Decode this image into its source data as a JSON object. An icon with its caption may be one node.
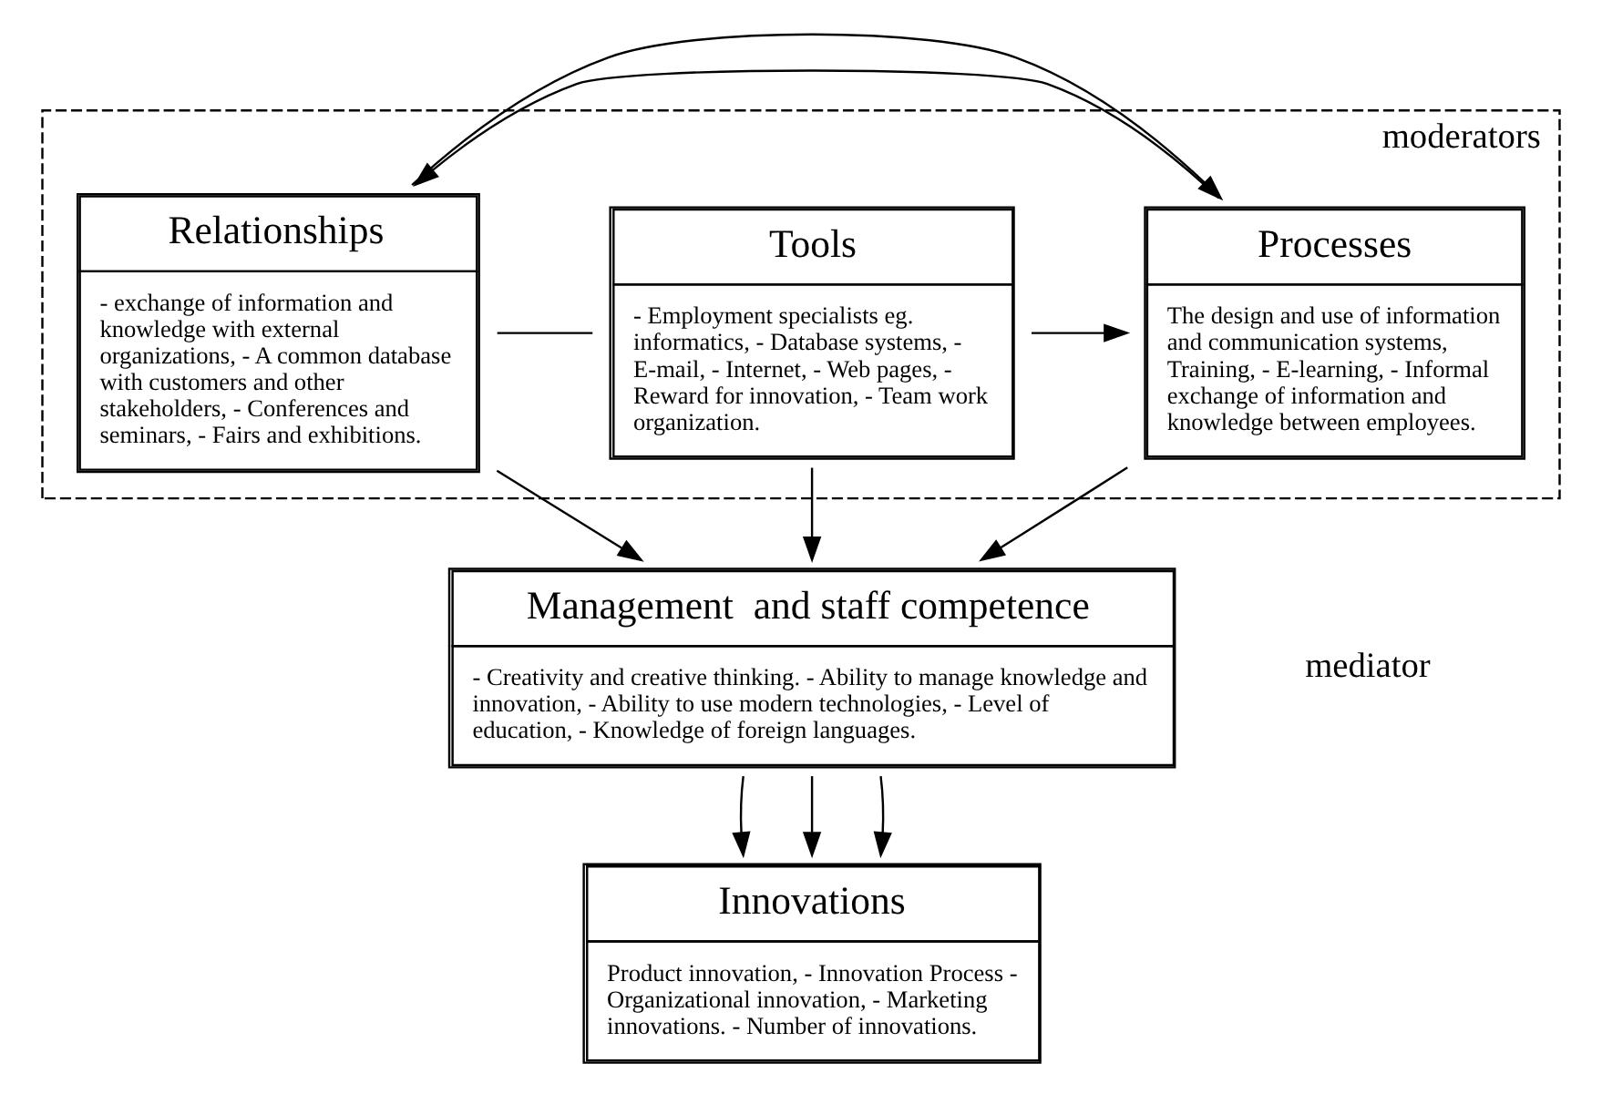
{
  "diagram": {
    "nodes": [
      {
        "text": [
          "moderators"
        ]
      },
      {
        "text": [
          "Tools",
          "- Employment specialists eg. informatics, - Database systems, - E-mail, - Internet, - Web pages, - Reward for innovation, - Team work organization."
        ],
        "in": 0
      },
      {
        "text": [
          "Processes",
          "The design and use of information and communication systems, Training, - E-learning, - Informal exchange of information and knowledge between employees."
        ],
        "in": 0
      },
      {
        "text": [
          "Relationships",
          "- exchange of information and knowledge with external organizations, - A common database with customers and other stakeholders, - Conferences and seminars, - Fairs and exhibitions."
        ],
        "in": 0
      },
      {
        "text": [
          "Management  and staff competence",
          "- Creativity and creative thinking. - Ability to manage knowledge and innovation, - Ability to use modern technologies, - Level of education, - Knowledge of foreign languages."
        ]
      },
      {
        "text": [
          "Innovations",
          "Product innovation, - Innovation Process - Organizational innovation, - Marketing innovations. - Number of innovations."
        ]
      }
    ],
    "edges": [
      {
        "from": 1,
        "to": 2,
        "arrow": "to"
      },
      {
        "from": 2,
        "to": 3,
        "arrow": "to"
      },
      {
        "from": 3,
        "to": 2,
        "arrow": "to"
      },
      {
        "from": 1,
        "to": 3,
        "arrow": "none"
      },
      {
        "from": 1,
        "to": 4,
        "arrow": "to"
      },
      {
        "from": 2,
        "to": 4,
        "arrow": "to"
      },
      {
        "from": 3,
        "to": 4,
        "arrow": "to"
      },
      {
        "from": 4,
        "to": 5,
        "arrow": "to"
      },
      {
        "from": 4,
        "to": 5,
        "arrow": "to"
      },
      {
        "from": 4,
        "to": 5,
        "arrow": "to"
      }
    ],
    "labels": [
      "mediator"
    ]
  }
}
